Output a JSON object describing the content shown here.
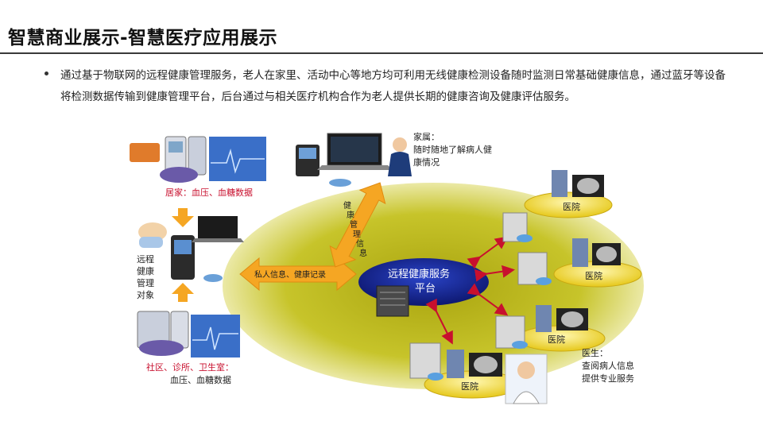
{
  "page": {
    "title": "智慧商业展示-智慧医疗应用展示",
    "bullet_text": "通过基于物联网的远程健康管理服务，老人在家里、活动中心等地方均可利用无线健康检测设备随时监测日常基础健康信息，通过蓝牙等设备将检测数据传输到健康管理平台，后台通过与相关医疗机构合作为老人提供长期的健康咨询及健康评估服务。"
  },
  "diagram": {
    "home_label": "居家：血压、血糖数据",
    "family_label_1": "家属：",
    "family_label_2": "随时随地了解病人健",
    "family_label_3": "康情况",
    "patient_label_1": "远程",
    "patient_label_2": "健康",
    "patient_label_3": "管理",
    "patient_label_4": "对象",
    "community_label_1": "社区、诊所、卫生室：",
    "community_label_2": "血压、血糖数据",
    "arrow_private_info": "私人信息、健康记录",
    "arrow_health_info_1": "健",
    "arrow_health_info_2": "康",
    "arrow_health_info_3": "管",
    "arrow_health_info_4": "理",
    "arrow_health_info_5": "信",
    "arrow_health_info_6": "息",
    "platform_label_1": "远程健康服务",
    "platform_label_2": "平台",
    "hospital_label": "医院",
    "doctor_label_1": "医生：",
    "doctor_label_2": "查阅病人信息",
    "doctor_label_3": "提供专业服务"
  },
  "colors": {
    "ellipse": "#c9c62a",
    "ellipse_edge": "#e6e59a",
    "platform": "#1c2a9c",
    "orange_arrow": "#f5a623",
    "red_arrow": "#c8102e",
    "home_text": "#c8102e",
    "hospital_disc": "#f1dc3a"
  }
}
